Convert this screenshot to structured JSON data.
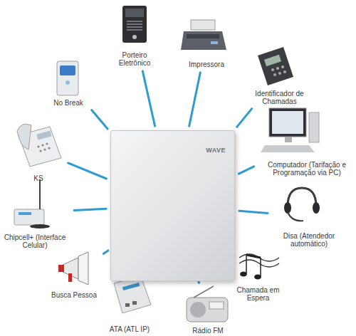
{
  "diagram": {
    "nodes": [
      {
        "text": [
          "WAVE"
        ]
      },
      {
        "text": [
          "Porteiro Eletrônico"
        ]
      },
      {
        "text": [
          "Impressora"
        ]
      },
      {
        "text": [
          "Identificador de Chamadas"
        ]
      },
      {
        "text": [
          "Computador (Tarifação e Programação via PC)"
        ]
      },
      {
        "text": [
          "Disa (Atendedor automático)"
        ]
      },
      {
        "text": [
          "Chamada em Espera"
        ]
      },
      {
        "text": [
          "Rádio FM"
        ]
      },
      {
        "text": [
          "ATA (ATL IP)"
        ]
      },
      {
        "text": [
          "Busca Pessoa"
        ]
      },
      {
        "text": [
          "Chipcell+ (Interface Celular)"
        ]
      },
      {
        "text": [
          "KS"
        ]
      },
      {
        "text": [
          "No Break"
        ]
      }
    ],
    "edges": [
      {
        "from": 0,
        "to": 1,
        "arrow": "none"
      },
      {
        "from": 0,
        "to": 2,
        "arrow": "none"
      },
      {
        "from": 0,
        "to": 3,
        "arrow": "none"
      },
      {
        "from": 0,
        "to": 4,
        "arrow": "none"
      },
      {
        "from": 0,
        "to": 5,
        "arrow": "none"
      },
      {
        "from": 0,
        "to": 6,
        "arrow": "none"
      },
      {
        "from": 0,
        "to": 7,
        "arrow": "none"
      },
      {
        "from": 0,
        "to": 8,
        "arrow": "none"
      },
      {
        "from": 0,
        "to": 9,
        "arrow": "none"
      },
      {
        "from": 0,
        "to": 10,
        "arrow": "none"
      },
      {
        "from": 0,
        "to": 11,
        "arrow": "none"
      },
      {
        "from": 0,
        "to": 12,
        "arrow": "none"
      }
    ]
  }
}
